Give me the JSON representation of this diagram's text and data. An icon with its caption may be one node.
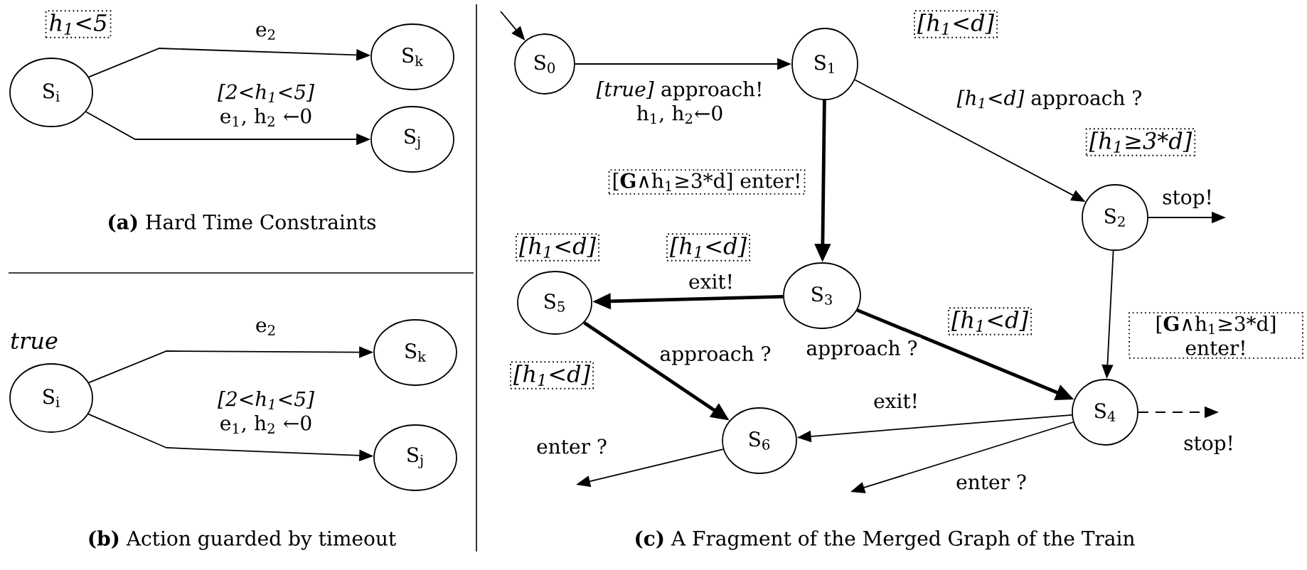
{
  "diagram": {
    "nodes": [
      {
        "text": [
          "h$_{1}$<5"
        ]
      },
      {
        "text": [
          "S$_{i}$"
        ]
      },
      {
        "text": [
          "S$_{k}$"
        ]
      },
      {
        "text": [
          "S$_{j}$"
        ]
      },
      {
        "text": [
          "S$_{i}$"
        ],
        "beside": [
          "true"
        ]
      },
      {
        "text": [
          "S$_{k}$"
        ]
      },
      {
        "text": [
          "S$_{j}$"
        ]
      },
      {
        "text": [
          "S$_{0}$"
        ]
      },
      {
        "text": [
          "S$_{1}$"
        ]
      },
      {
        "text": [
          "[h$_{1}$<d]"
        ]
      },
      {
        "text": [
          "[h$_{1}$≥3*d]"
        ]
      },
      {
        "text": [
          "S$_{2}$"
        ]
      },
      {
        "text": [
          "[h$_{1}$<d]"
        ]
      },
      {
        "text": [
          "[h$_{1}$<d]"
        ]
      },
      {
        "text": [
          "S$_{5}$"
        ]
      },
      {
        "text": [
          "S$_{3}$"
        ]
      },
      {
        "text": [
          "[h$_{1}$<d]"
        ]
      },
      {
        "text": [
          "[h$_{1}$<d]"
        ]
      },
      {
        "text": [
          "S$_{6}$"
        ]
      },
      {
        "text": [
          "S$_{4}$"
        ]
      }
    ],
    "edges": [
      {
        "from": 1,
        "to": 2,
        "arrow": "to",
        "label": "e$_{2}$"
      },
      {
        "from": 1,
        "to": 3,
        "arrow": "to",
        "label": "*[2<h$_{1}$<5]* e$_{1}$, h$_{2}$ ←0"
      },
      {
        "from": 4,
        "to": 5,
        "arrow": "to",
        "label": "e$_{2}$"
      },
      {
        "from": 4,
        "to": 6,
        "arrow": "to",
        "label": "*[2<h$_{1}$<5]* e$_{1}$, h$_{2}$ ←0"
      },
      {
        "from": null,
        "to": 7,
        "arrow": "to"
      },
      {
        "from": 7,
        "to": 8,
        "arrow": "to",
        "label": "*[true]* approach! h$_{1}$, h$_{2}$←0"
      },
      {
        "from": 8,
        "to": 11,
        "arrow": "to",
        "label": "*[h$_{1}$<d]* approach ?"
      },
      {
        "from": 8,
        "to": 15,
        "arrow": "to",
        "style": "thick",
        "label": "[**G**∧h$_{1}$≥3*d] enter!"
      },
      {
        "from": 11,
        "to": 19,
        "arrow": "to",
        "label": "[**G**∧h$_{1}$≥3*d] enter!"
      },
      {
        "from": 11,
        "to": null,
        "arrow": "to",
        "label": "stop!"
      },
      {
        "from": 15,
        "to": 14,
        "arrow": "to",
        "style": "thick",
        "label": "exit!"
      },
      {
        "from": 15,
        "to": 19,
        "arrow": "to",
        "style": "thick",
        "label": "approach ?"
      },
      {
        "from": 14,
        "to": 18,
        "arrow": "to",
        "style": "thick",
        "label": "approach ?"
      },
      {
        "from": 19,
        "to": 18,
        "arrow": "to",
        "label": "exit!"
      },
      {
        "from": 19,
        "to": null,
        "arrow": "to",
        "style": "dashed",
        "label": "stop!"
      },
      {
        "from": 19,
        "to": null,
        "arrow": "to",
        "label": "enter ?"
      },
      {
        "from": 18,
        "to": null,
        "arrow": "to",
        "label": "enter ?"
      }
    ],
    "labels": [
      "**(a)** Hard Time Constraints",
      "**(b)** Action guarded by timeout",
      "**(c)** A Fragment of the Merged Graph of the Train"
    ]
  }
}
